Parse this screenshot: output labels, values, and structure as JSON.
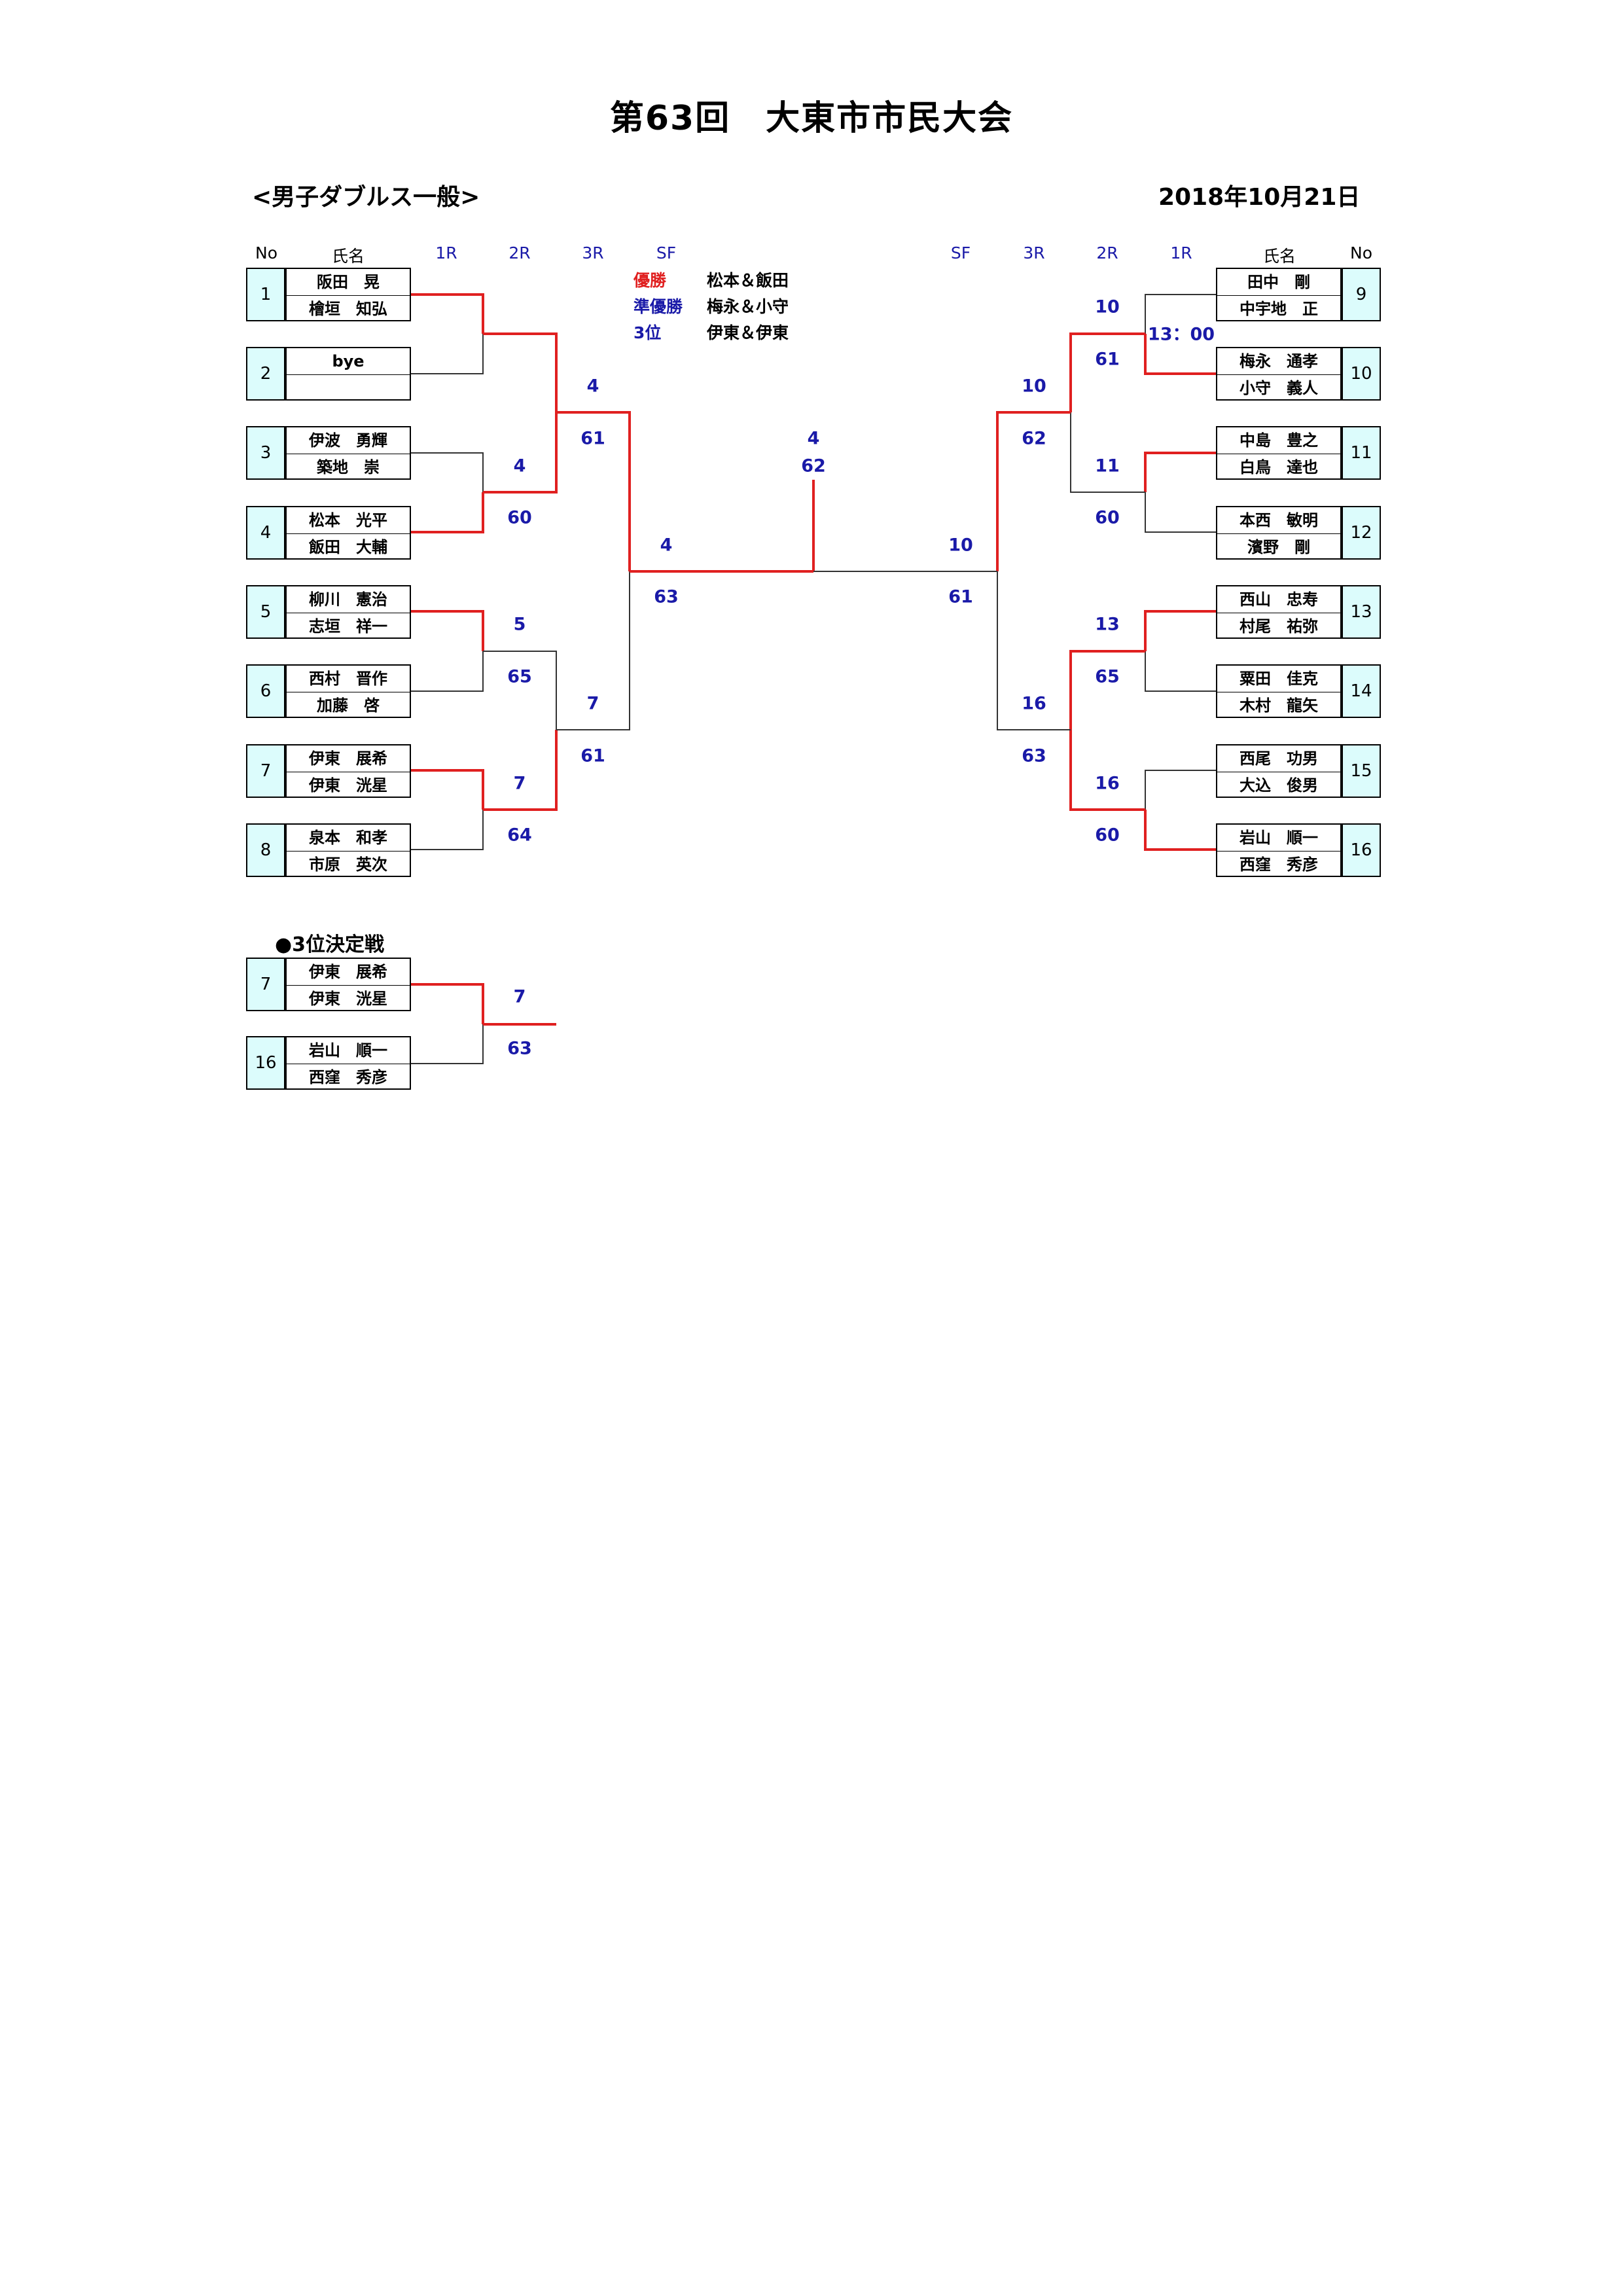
{
  "header": {
    "title": "第63回　大東市市民大会",
    "category": "<男子ダブルス一般>",
    "date": "2018年10月21日"
  },
  "columns": {
    "no": "No",
    "name": "氏名",
    "r1": "1R",
    "r2": "2R",
    "r3": "3R",
    "sf": "SF"
  },
  "results": {
    "champion_label": "優勝",
    "champion": "松本＆飯田",
    "runner_up_label": "準優勝",
    "runner_up": "梅永＆小守",
    "third_label": "3位",
    "third": "伊東＆伊東"
  },
  "left_teams": [
    {
      "no": "1",
      "p1": "阪田　晃",
      "p2": "檜垣　知弘"
    },
    {
      "no": "2",
      "p1": "bye",
      "p2": ""
    },
    {
      "no": "3",
      "p1": "伊波　勇輝",
      "p2": "築地　崇"
    },
    {
      "no": "4",
      "p1": "松本　光平",
      "p2": "飯田　大輔"
    },
    {
      "no": "5",
      "p1": "柳川　憲治",
      "p2": "志垣　祥一"
    },
    {
      "no": "6",
      "p1": "西村　晋作",
      "p2": "加藤　啓"
    },
    {
      "no": "7",
      "p1": "伊東　展希",
      "p2": "伊東　洸星"
    },
    {
      "no": "8",
      "p1": "泉本　和孝",
      "p2": "市原　英次"
    }
  ],
  "right_teams": [
    {
      "no": "9",
      "p1": "田中　剛",
      "p2": "中宇地　正"
    },
    {
      "no": "10",
      "p1": "梅永　通孝",
      "p2": "小守　義人"
    },
    {
      "no": "11",
      "p1": "中島　豊之",
      "p2": "白鳥　達也"
    },
    {
      "no": "12",
      "p1": "本西　敏明",
      "p2": "濱野　剛"
    },
    {
      "no": "13",
      "p1": "西山　忠寿",
      "p2": "村尾　祐弥"
    },
    {
      "no": "14",
      "p1": "粟田　佳克",
      "p2": "木村　龍矢"
    },
    {
      "no": "15",
      "p1": "西尾　功男",
      "p2": "大込　俊男"
    },
    {
      "no": "16",
      "p1": "岩山　順一",
      "p2": "西窪　秀彦"
    }
  ],
  "scores": {
    "l_r2_a_winner": "4",
    "l_r2_a_score": "60",
    "l_r2_b_winner": "5",
    "l_r2_b_score": "65",
    "l_r2_c_winner": "7",
    "l_r2_c_score": "64",
    "l_r3_a_winner": "4",
    "l_r3_a_score": "61",
    "l_r3_b_winner": "7",
    "l_r3_b_score": "61",
    "l_sf_winner": "4",
    "l_sf_score": "63",
    "final_winner": "4",
    "final_score": "62",
    "r_sf_winner": "10",
    "r_sf_score": "61",
    "r_r3_a_winner": "10",
    "r_r3_a_score": "62",
    "r_r3_b_winner": "16",
    "r_r3_b_score": "63",
    "r_r2_a_winner": "10",
    "r_r2_a_score": "61",
    "r_r2_b_winner": "11",
    "r_r2_b_score": "60",
    "r_r2_c_winner": "13",
    "r_r2_c_score": "65",
    "r_r2_d_winner": "16",
    "r_r2_d_score": "60",
    "time": "13：00"
  },
  "third_place": {
    "title": "●3位決定戦",
    "teams": [
      {
        "no": "7",
        "p1": "伊東　展希",
        "p2": "伊東　洸星"
      },
      {
        "no": "16",
        "p1": "岩山　順一",
        "p2": "西窪　秀彦"
      }
    ],
    "winner": "7",
    "score": "63"
  },
  "colors": {
    "win_line": "#e02020",
    "line": "#333333",
    "score_text": "#1a1aa8",
    "no_cell": "#dcfcfc",
    "champion_label": "#e02020",
    "runner_up_label": "#1a1aa8",
    "third_label": "#1a1aa8"
  }
}
